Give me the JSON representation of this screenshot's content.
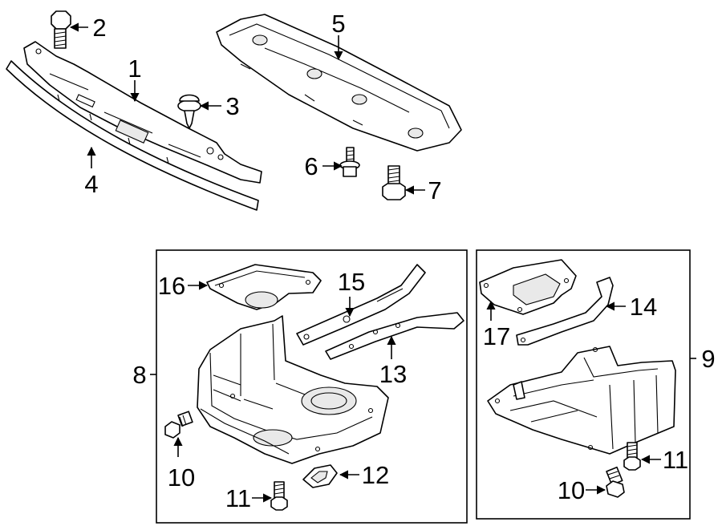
{
  "callouts": {
    "c1": "1",
    "c2": "2",
    "c3": "3",
    "c4": "4",
    "c5": "5",
    "c6": "6",
    "c7": "7",
    "c8": "8",
    "c9": "9",
    "c10a": "10",
    "c10b": "10",
    "c11a": "11",
    "c11b": "11",
    "c12": "12",
    "c13": "13",
    "c14": "14",
    "c15": "15",
    "c16": "16",
    "c17": "17"
  }
}
